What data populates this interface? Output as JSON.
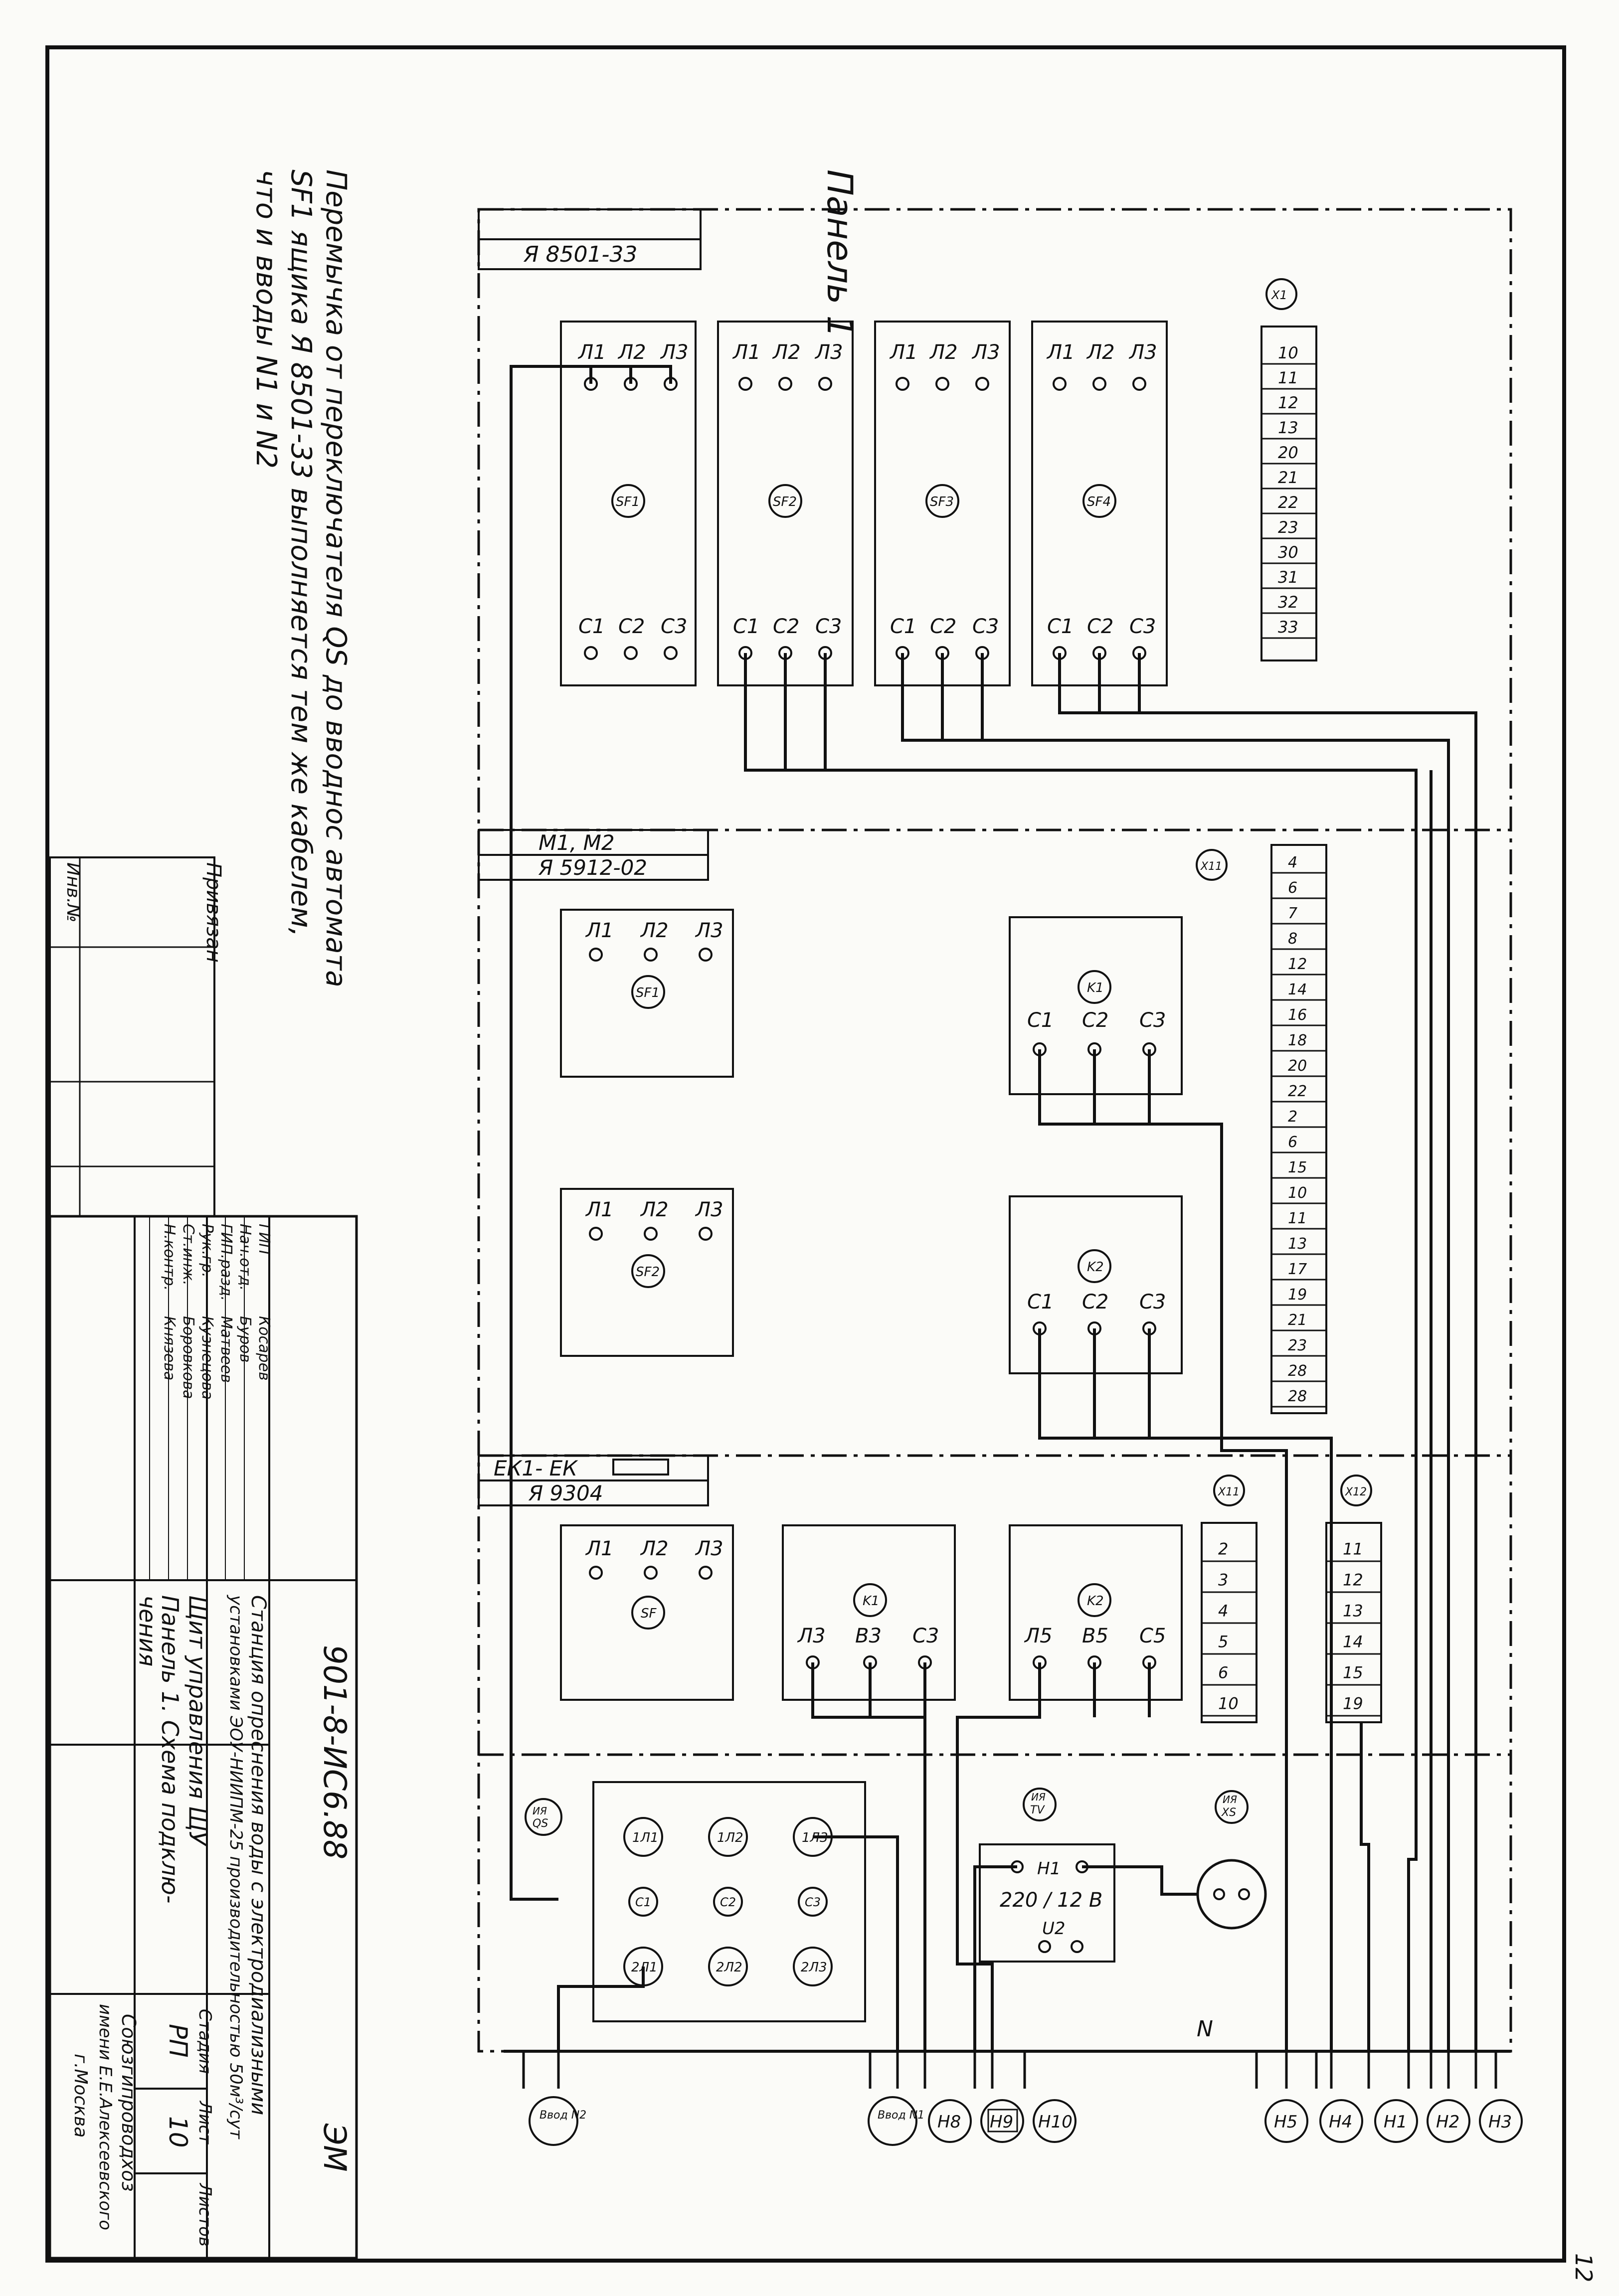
{
  "panel_title": "Панель 1",
  "sheet_number": "12",
  "note_lines": [
    "Перемычка от переключателя QS до вводнос автомата",
    "SF1 ящика Я 8501-33 выполняется тем же кабелем,",
    "что и вводы N1 и N2"
  ],
  "title_block": {
    "designation": "901-8-ИС6.88",
    "sheet_mark": "ЭМ",
    "project_line1": "Станция опреснения воды с электродиализными",
    "project_line2": "установками ЭОУ-НИИПМ-25 производительностью 50м³/сут",
    "drawing_title_line1": "Щит управления ЩУ",
    "drawing_title_line2": "Панель 1. Схема подклю-",
    "drawing_title_line3": "чения",
    "stage_header": "Стадия",
    "sheet_header": "Лист",
    "sheets_header": "Листов",
    "stage": "РП",
    "sheet": "10",
    "organization_line1": "Союзгипроводхоз",
    "organization_line2": "имени Е.Е.Алексеевского",
    "organization_line3": "г.Москва",
    "tied_label": "Привязан",
    "inventory_label": "Инв.№",
    "signatures": [
      {
        "role": "ГИП",
        "name": "Косарев"
      },
      {
        "role": "Нач.отд.",
        "name": "Буров"
      },
      {
        "role": "ГИП.разд.",
        "name": "Матвеев"
      },
      {
        "role": "Рук.гр.",
        "name": "Кузнецова"
      },
      {
        "role": "Ст.инж.",
        "name": "Боровкова"
      },
      {
        "role": "Н.контр.",
        "name": "Князева"
      }
    ]
  },
  "sections": {
    "top": {
      "box_name": "Я 8501-33"
    },
    "middle": {
      "header1": "М1, М2",
      "header2": "Я 5912-02"
    },
    "lower": {
      "header1": "ЕК1- ЕК",
      "header2": "Я 9304"
    }
  },
  "breakers_top": [
    {
      "id": "SF1",
      "top": [
        "Л1",
        "Л2",
        "Л3"
      ],
      "bottom": [
        "С1",
        "С2",
        "С3"
      ]
    },
    {
      "id": "SF2",
      "top": [
        "Л1",
        "Л2",
        "Л3"
      ],
      "bottom": [
        "С1",
        "С2",
        "С3"
      ]
    },
    {
      "id": "SF3",
      "top": [
        "Л1",
        "Л2",
        "Л3"
      ],
      "bottom": [
        "С1",
        "С2",
        "С3"
      ]
    },
    {
      "id": "SF4",
      "top": [
        "Л1",
        "Л2",
        "Л3"
      ],
      "bottom": [
        "С1",
        "С2",
        "С3"
      ]
    }
  ],
  "terminal_block_top": {
    "id": "X1",
    "terminals": [
      "10",
      "11",
      "12",
      "13",
      "20",
      "21",
      "22",
      "23",
      "30",
      "31",
      "32",
      "33"
    ]
  },
  "middle_devices": {
    "sf1": {
      "id": "SF1",
      "labels": [
        "Л1",
        "Л2",
        "Л3"
      ]
    },
    "sf2": {
      "id": "SF2",
      "labels": [
        "Л1",
        "Л2",
        "Л3"
      ]
    },
    "k1": {
      "id": "K1",
      "labels": [
        "С1",
        "С2",
        "С3"
      ]
    },
    "k2": {
      "id": "K2",
      "labels": [
        "С1",
        "С2",
        "С3"
      ]
    }
  },
  "terminal_block_middle": {
    "id": "X11",
    "terminals": [
      "4",
      "6",
      "7",
      "8",
      "12",
      "14",
      "16",
      "18",
      "20",
      "22",
      "2",
      "6",
      "15",
      "10",
      "11",
      "13",
      "17",
      "19",
      "21",
      "23",
      "28",
      "28"
    ]
  },
  "lower_devices": {
    "sf": {
      "id": "SF",
      "labels": [
        "Л1",
        "Л2",
        "Л3"
      ]
    },
    "k1": {
      "id": "K1",
      "labels": [
        "Л3",
        "В3",
        "С3"
      ]
    },
    "k2": {
      "id": "K2",
      "labels": [
        "Л5",
        "В5",
        "С5"
      ]
    }
  },
  "terminal_block_x11": {
    "id": "X11",
    "terminals": [
      "2",
      "3",
      "4",
      "5",
      "6",
      "10"
    ]
  },
  "terminal_block_x12": {
    "id": "X12",
    "terminals": [
      "11",
      "12",
      "13",
      "14",
      "15",
      "19"
    ]
  },
  "bottom_devices": {
    "qs": {
      "id": "QS",
      "sub": "ИЯ"
    },
    "tv": {
      "id": "TV",
      "sub": "ИЯ"
    },
    "xs": {
      "id": "XS",
      "sub": "ИЯ"
    },
    "switch_row1": [
      "1Л1",
      "1Л2",
      "1Л3"
    ],
    "switch_row2": [
      "С1",
      "С2",
      "С3"
    ],
    "switch_row3": [
      "2Л1",
      "2Л2",
      "2Л3"
    ],
    "transformer": {
      "h": "Н1",
      "ratio": "220 / 12 В",
      "u": "U2"
    }
  },
  "bus_label": "N",
  "cables": [
    "Ввод N2",
    "Ввод N1",
    "Н8",
    "Н9",
    "Н10",
    "Н5",
    "Н4",
    "Н1",
    "Н2",
    "Н3"
  ]
}
